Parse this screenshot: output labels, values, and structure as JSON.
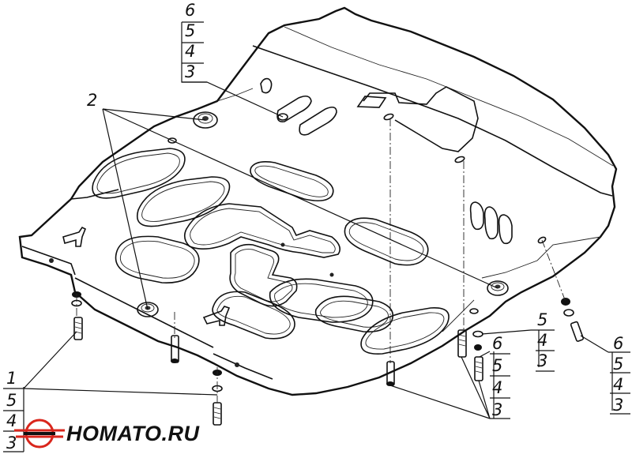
{
  "callouts": {
    "top_stack": [
      "6",
      "5",
      "4",
      "3"
    ],
    "mid_left": "2",
    "bottom_left_stack": [
      "1",
      "5",
      "4",
      "3"
    ],
    "right_a": [
      "5",
      "4",
      "3"
    ],
    "right_b": [
      "6",
      "5",
      "4",
      "3"
    ],
    "right_c": [
      "6",
      "5",
      "4",
      "3"
    ]
  },
  "logo": {
    "text": "HOMATO.RU",
    "accent_color": "#d9261c"
  },
  "colors": {
    "line": "#111111",
    "background": "#ffffff"
  }
}
